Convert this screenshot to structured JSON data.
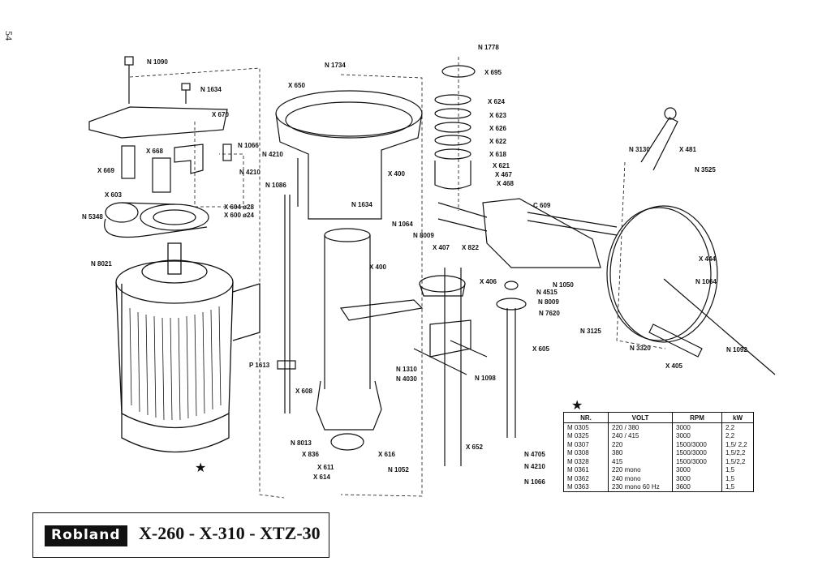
{
  "page_number": "54",
  "title": {
    "brand": "Robland",
    "models": "X-260 - X-310 - XTZ-30"
  },
  "star_symbol": "★",
  "labels": {
    "N1090": "N 1090",
    "N1634a": "N 1634",
    "X670": "X 670",
    "N1066a": "N 1066",
    "X668": "X 668",
    "N4210a": "N 4210",
    "X669": "X 669",
    "X603": "X 603",
    "N5348": "N 5348",
    "X604": "X 604  ø28",
    "X600": "X 600  ø24",
    "N8021": "N 8021",
    "N1734": "N 1734",
    "X650": "X 650",
    "N4210b": "N 4210",
    "N1086": "N 1086",
    "X400a": "X 400",
    "N1634b": "N 1634",
    "N1064a": "N 1064",
    "N8009a": "N 8009",
    "X400b": "X 400",
    "P1613": "P 1613",
    "X608": "X 608",
    "N1310": "N 1310",
    "N4030": "N 4030",
    "N1098": "N 1098",
    "N8013": "N 8013",
    "X836": "X 836",
    "X616": "X 616",
    "X611": "X 611",
    "N1052": "N 1052",
    "X614": "X 614",
    "X652": "X 652",
    "N1778": "N 1778",
    "X695": "X 695",
    "X624": "X 624",
    "X623": "X 623",
    "X626": "X 626",
    "X622": "X 622",
    "X618": "X 618",
    "X621": "X 621",
    "X467": "X 467",
    "X468": "X 468",
    "C609": "C 609",
    "X407": "X 407",
    "X822": "X 822",
    "X406": "X 406",
    "N4515": "N 4515",
    "N1050": "N 1050",
    "N8009b": "N 8009",
    "N7620": "N 7620",
    "X605": "X 605",
    "N4705": "N 4705",
    "N4210c": "N 4210",
    "N1066b": "N 1066",
    "N3130": "N 3130",
    "X481": "X 481",
    "N3525": "N 3525",
    "X444": "X 444",
    "N1064b": "N 1064",
    "N3125": "N 3125",
    "N3320": "N 3320",
    "N1092": "N 1092",
    "X405": "X 405"
  },
  "spec_table": {
    "headers": [
      "NR.",
      "VOLT",
      "RPM",
      "kW"
    ],
    "rows": [
      [
        "M 0305",
        "220 / 380",
        "3000",
        "2,2"
      ],
      [
        "M 0325",
        "240 / 415",
        "3000",
        "2,2"
      ],
      [
        "M 0307",
        "220",
        "1500/3000",
        "1,5/ 2,2"
      ],
      [
        "M 0308",
        "380",
        "1500/3000",
        "1,5/2,2"
      ],
      [
        "M 0328",
        "415",
        "1500/3000",
        "1,5/2,2"
      ],
      [
        "M 0361",
        "220 mono",
        "3000",
        "1,5"
      ],
      [
        "M 0362",
        "240 mono",
        "3000",
        "1,5"
      ],
      [
        "M 0363",
        "230 mono 60 Hz",
        "3600",
        "1,5"
      ]
    ]
  }
}
